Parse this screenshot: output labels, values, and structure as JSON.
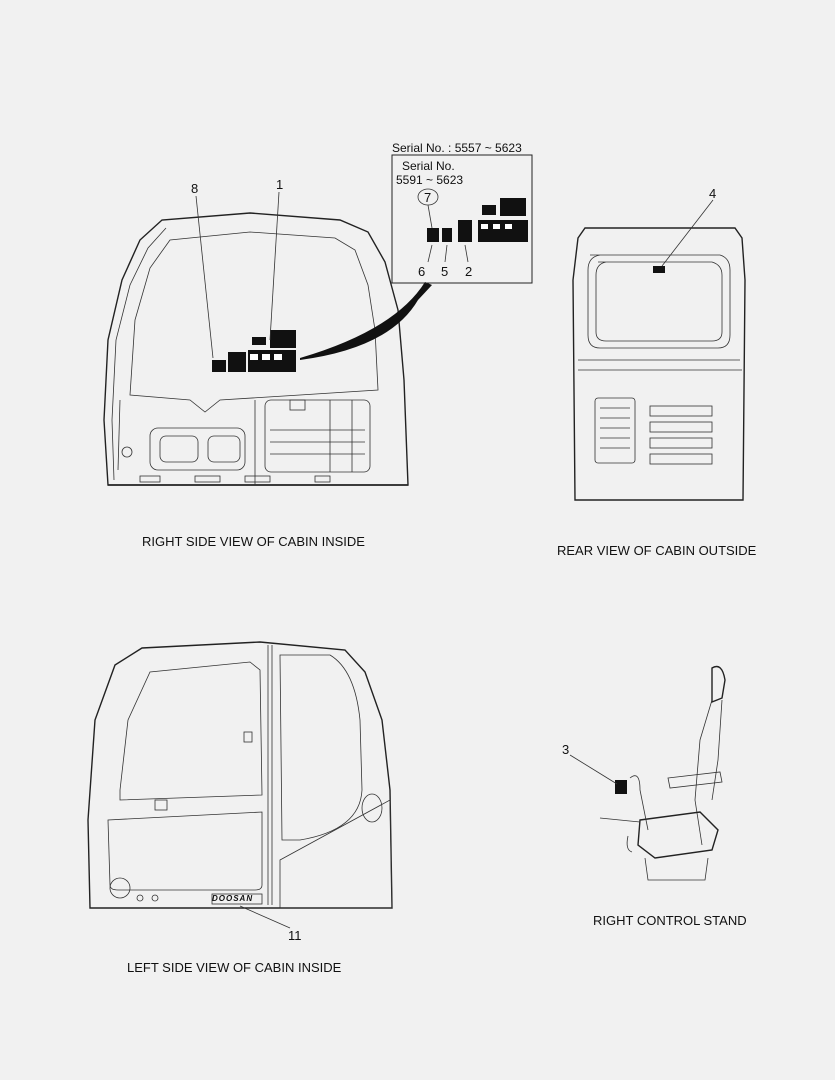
{
  "views": {
    "right_side": "RIGHT SIDE VIEW OF CABIN INSIDE",
    "rear": "REAR VIEW OF CABIN OUTSIDE",
    "left_side": "LEFT SIDE VIEW OF CABIN INSIDE",
    "control": "RIGHT CONTROL STAND"
  },
  "serial": {
    "outer": "Serial No. : 5557 ~ 5623",
    "inner_line1": "Serial No.",
    "inner_line2": "5591 ~ 5623"
  },
  "callouts": {
    "c1": "1",
    "c2": "2",
    "c3": "3",
    "c4": "4",
    "c5": "5",
    "c6": "6",
    "c7": "7",
    "c8": "8",
    "c11": "11"
  },
  "brand": "DOOSAN"
}
